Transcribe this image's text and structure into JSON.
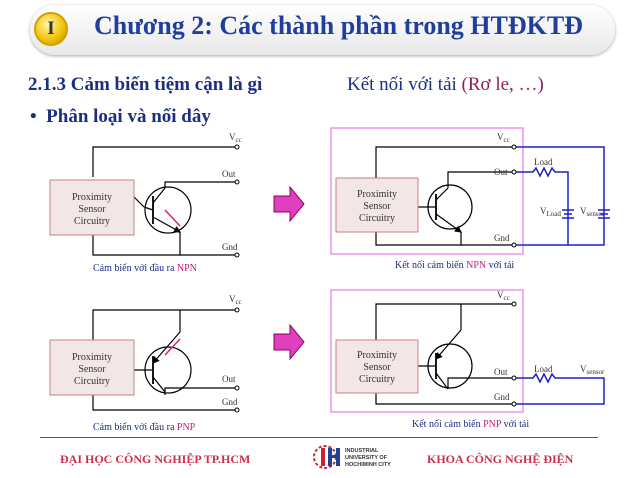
{
  "header": {
    "badge": "I",
    "title": "Chương 2: Các thành phần trong HTĐKTĐ"
  },
  "section": {
    "heading": "2.1.3 Cảm biến tiệm cận là gì",
    "bullet": "•",
    "bullet_text": "Phân loại và nối dây",
    "right_heading_main": "Kết nối với tải ",
    "right_heading_accent": "(Rơ le, …)"
  },
  "labels": {
    "proximity_line1": "Proximity",
    "proximity_line2": "Sensor",
    "proximity_line3": "Circuitry",
    "vcc_v": "V",
    "vcc_sub": "cc",
    "out": "Out",
    "gnd": "Gnd",
    "load": "Load",
    "vload_v": "V",
    "vload_sub": "Load",
    "vsensor_v": "V",
    "vsensor_sub": "sensor"
  },
  "captions": {
    "npn_prefix": "Cảm biến với đầu ra ",
    "npn_type": "NPN",
    "pnp_prefix": "Cảm biến với đầu ra ",
    "pnp_type": "PNP",
    "npn_load_prefix": "Kết nối cảm biến ",
    "npn_load_type": "NPN",
    "npn_load_suffix": " với tải",
    "pnp_load_prefix": "Kết nối cảm biến ",
    "pnp_load_type": "PNP",
    "pnp_load_suffix": " với tải"
  },
  "footer": {
    "left": "ĐẠI HỌC CÔNG NGHIỆP TP.HCM",
    "right": "KHOA CÔNG NGHỆ ĐIỆN",
    "logo_line1": "INDUSTRIAL",
    "logo_line2": "UNIVERSITY OF",
    "logo_line3": "HOCHIMINH CITY"
  },
  "colors": {
    "title": "#1f3f9a",
    "heading": "#1a2f80",
    "caption_accent": "#c0207a",
    "load_wire": "#2020c0",
    "frame": "#e060e0",
    "sensor_box": "#c88080",
    "arrow": "#e040c0",
    "footer_text": "#d03050"
  }
}
